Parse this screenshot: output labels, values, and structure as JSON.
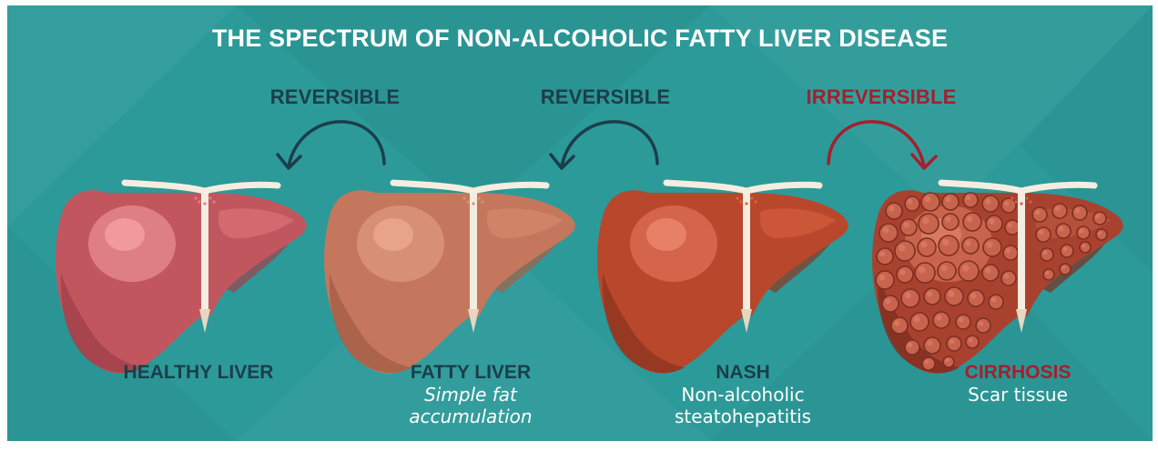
{
  "title": "THE SPECTRUM OF NON-ALCOHOLIC FATTY LIVER DISEASE",
  "colors": {
    "background": "#2c9a99",
    "title_text": "#ffffff",
    "reversible": "#1b3e4a",
    "irreversible": "#a51f2d",
    "description_text": "#ffffff"
  },
  "transitions": [
    {
      "label": "REVERSIBLE",
      "direction": "back",
      "kind": "reversible"
    },
    {
      "label": "REVERSIBLE",
      "direction": "back",
      "kind": "reversible"
    },
    {
      "label": "IRREVERSIBLE",
      "direction": "forward",
      "kind": "irreversible"
    }
  ],
  "stages": [
    {
      "name": "HEALTHY LIVER",
      "description_lines": [],
      "icon": "healthy-liver-icon",
      "colors": {
        "main": "#c2565e",
        "dark": "#a0404a",
        "light": "#de7f84",
        "highlight": "#f19a9b",
        "lobe": "#d46a70"
      }
    },
    {
      "name": "FATTY LIVER",
      "description_lines": [
        "Simple fat",
        "accumulation"
      ],
      "icon": "fatty-liver-icon",
      "colors": {
        "main": "#c4775d",
        "dark": "#a55f47",
        "light": "#d89075",
        "highlight": "#e8a48b",
        "lobe": "#cf8468"
      }
    },
    {
      "name": "NASH",
      "description_lines": [
        "Non-alcoholic",
        "steatohepatitis"
      ],
      "icon": "nash-liver-icon",
      "colors": {
        "main": "#b9472c",
        "dark": "#8f3420",
        "light": "#d4654a",
        "highlight": "#e88068",
        "lobe": "#cc5638"
      }
    },
    {
      "name": "CIRRHOSIS",
      "description_lines": [
        "Scar tissue"
      ],
      "icon": "cirrhosis-liver-icon",
      "colors": {
        "main": "#a8422f",
        "dark": "#7e2e20",
        "light": "#c8644e",
        "highlight": "#d87a62",
        "lobe": "#b5503a"
      }
    }
  ]
}
